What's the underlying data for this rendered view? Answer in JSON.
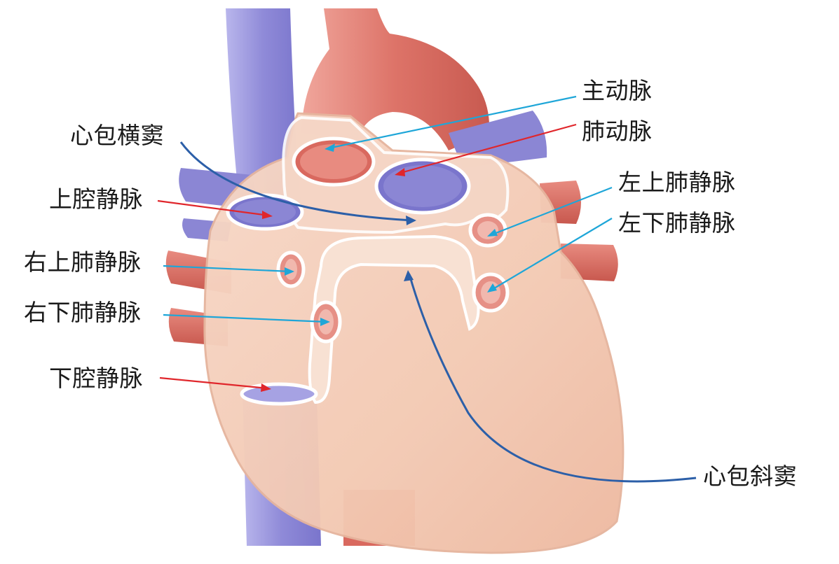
{
  "labels": {
    "aorta": "主动脉",
    "pulmonary_artery": "肺动脉",
    "transverse_sinus": "心包横窦",
    "superior_vena_cava": "上腔静脉",
    "left_superior_pulmonary_vein": "左上肺静脉",
    "left_inferior_pulmonary_vein": "左下肺静脉",
    "right_superior_pulmonary_vein": "右上肺静脉",
    "right_inferior_pulmonary_vein": "右下肺静脉",
    "inferior_vena_cava": "下腔静脉",
    "oblique_sinus": "心包斜窦"
  },
  "colors": {
    "artery": "#d9695f",
    "artery_light": "#f3a9a0",
    "vein": "#8b86d4",
    "vein_dark": "#6f6ac6",
    "pericardium": "#f6d4c0",
    "pericardium_edge": "#e6b59e",
    "pointer_cyan": "#1ea6d8",
    "pointer_red": "#e0262b",
    "pointer_blue": "#2c5fa8"
  }
}
